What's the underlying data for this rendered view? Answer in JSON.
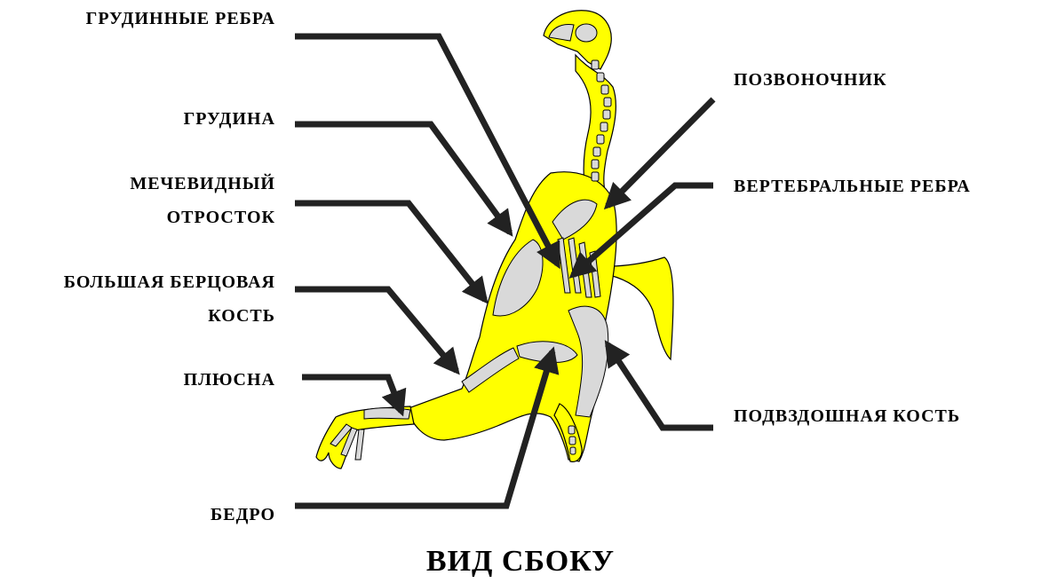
{
  "labels": {
    "sternal_ribs": "ГРУДИННЫЕ РЕБРА",
    "sternum": "ГРУДИНА",
    "xiphoid_1": "МЕЧЕВИДНЫЙ",
    "xiphoid_2": "ОТРОСТОК",
    "tibia_1": "БОЛЬШАЯ БЕРЦОВАЯ",
    "tibia_2": "КОСТЬ",
    "metatarsus": "ПЛЮСНА",
    "femur": "БЕДРО",
    "spine": "ПОЗВОНОЧНИК",
    "vertebral_ribs": "ВЕРТЕБРАЛЬНЫЕ РЕБРА",
    "ilium": "ПОДВЗДОШНАЯ КОСТЬ"
  },
  "caption": "ВИД СБОКУ",
  "colors": {
    "body": "#FFFF00",
    "bone": "#D9D9D9",
    "outline": "#000000",
    "arrow": "#222222"
  }
}
